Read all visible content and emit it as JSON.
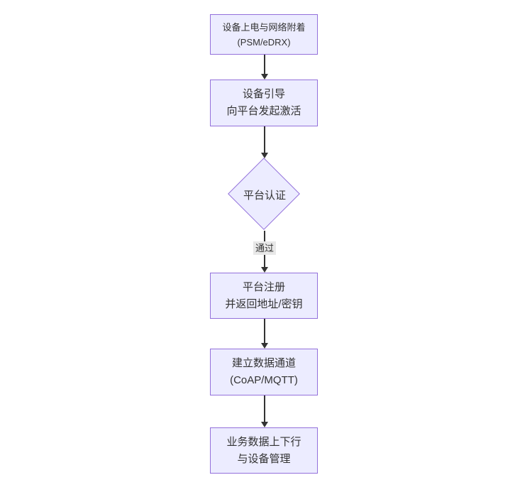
{
  "diagram": {
    "type": "flowchart",
    "direction": "top-down",
    "colors": {
      "background": "#ffffff",
      "node_fill": "#ECECFF",
      "node_border": "#9370DB",
      "arrow": "#333333",
      "text": "#333333",
      "edge_label_bg": "#e8e8e8"
    },
    "nodes": [
      {
        "shape": "rect",
        "lines": [
          "设备上电与网络附着",
          "(PSM/eDRX)"
        ]
      },
      {
        "shape": "rect",
        "lines": [
          "设备引导",
          "向平台发起激活"
        ]
      },
      {
        "shape": "diamond",
        "lines": [
          "平台认证"
        ]
      },
      {
        "shape": "rect",
        "lines": [
          "平台注册",
          "并返回地址/密钥"
        ]
      },
      {
        "shape": "rect",
        "lines": [
          "建立数据通道",
          "(CoAP/MQTT)"
        ]
      },
      {
        "shape": "rect",
        "lines": [
          "业务数据上下行",
          "与设备管理"
        ]
      }
    ],
    "edges": [
      {
        "from": 0,
        "to": 1,
        "label": ""
      },
      {
        "from": 1,
        "to": 2,
        "label": ""
      },
      {
        "from": 2,
        "to": 3,
        "label": "通过"
      },
      {
        "from": 3,
        "to": 4,
        "label": ""
      },
      {
        "from": 4,
        "to": 5,
        "label": ""
      }
    ]
  }
}
